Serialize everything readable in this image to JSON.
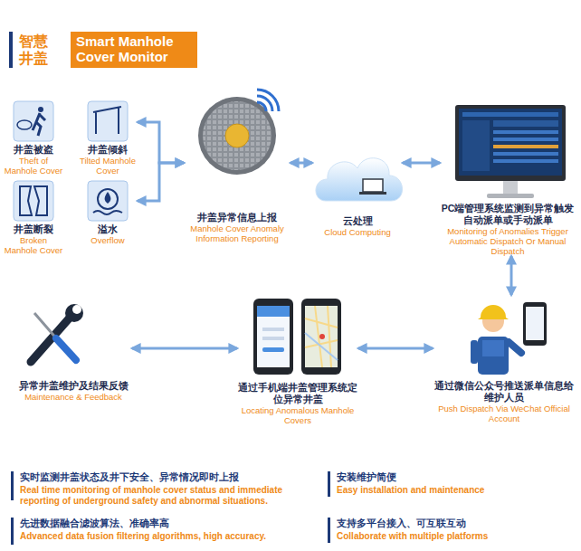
{
  "diagram": {
    "title": "Smart Manhole Cover Monitor",
    "nodes": [
      {
        "text": [
          "井盖被盗",
          "Theft of Manhole Cover"
        ]
      },
      {
        "text": [
          "井盖倾斜",
          "Tilted Manhole Cover"
        ]
      },
      {
        "text": [
          "井盖断裂",
          "Broken Manhole Cover"
        ]
      },
      {
        "text": [
          "溢水",
          "Overflow"
        ]
      },
      {
        "text": [
          "井盖异常信息上报",
          "Manhole Cover Anomaly Information Reporting"
        ]
      },
      {
        "text": [
          "云处理",
          "Cloud Computing"
        ]
      },
      {
        "text": [
          "PC端管理系统监测到异常触发自动派单或手动派单",
          "Monitoring of Anomalies Trigger Automatic Dispatch Or Manual Dispatch"
        ]
      },
      {
        "text": [
          "通过微信公众号推送派单信息给维护人员",
          "Push Dispatch Via WeChat Official Account"
        ]
      },
      {
        "text": [
          "通过手机端井盖管理系统定位异常井盖",
          "Locating Anomalous Manhole Covers"
        ]
      },
      {
        "text": [
          "异常井盖维护及结果反馈",
          "Maintenance & Feedback"
        ]
      }
    ],
    "edges": [
      {
        "from": 1,
        "to": 4,
        "arrow": "both"
      },
      {
        "from": 3,
        "to": 4,
        "arrow": "both"
      },
      {
        "from": 4,
        "to": 5,
        "arrow": "both"
      },
      {
        "from": 5,
        "to": 6,
        "arrow": "both"
      },
      {
        "from": 6,
        "to": 7,
        "arrow": "both"
      },
      {
        "from": 7,
        "to": 8,
        "arrow": "both"
      },
      {
        "from": 8,
        "to": 9,
        "arrow": "both"
      }
    ],
    "labels": [
      "智慧井盖",
      "实时监测井盖状态及井下安全、异常情况即时上报",
      "Real time monitoring of manhole cover status and immediate reporting of underground safety and abnormal situations.",
      "安装维护简便",
      "Easy installation and maintenance",
      "先进数据融合滤波算法、准确率高",
      "Advanced data fusion filtering algorithms, high accuracy.",
      "支持多平台接入、可互联互动",
      "Collaborate with multiple platforms"
    ]
  }
}
